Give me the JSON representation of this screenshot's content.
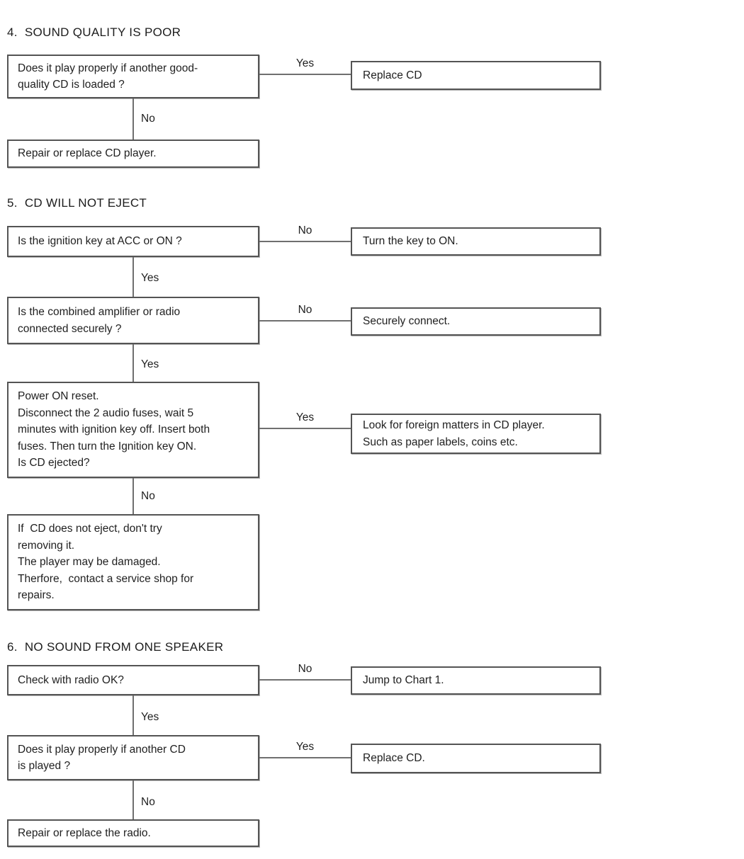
{
  "page": {
    "background": "#ffffff",
    "box_border_color": "#545454",
    "connector_color": "#6f6f6f",
    "text_color": "#1f1f1f"
  },
  "sections": [
    {
      "title": "4.  SOUND QUALITY IS POOR",
      "steps": [
        {
          "question": "Does it play properly if another good-\nquality CD is loaded ?",
          "branch_label": "Yes",
          "branch_result": "Replace CD",
          "down_label": "No"
        }
      ],
      "final": "Repair or replace CD player."
    },
    {
      "title": "5.  CD WILL NOT EJECT",
      "steps": [
        {
          "question": "Is the ignition key at ACC or ON ?",
          "branch_label": "No",
          "branch_result": "Turn the key to ON.",
          "down_label": "Yes"
        },
        {
          "question": "Is the combined amplifier or radio\nconnected securely ?",
          "branch_label": "No",
          "branch_result": "Securely connect.",
          "down_label": "Yes"
        },
        {
          "question": "Power ON reset.\nDisconnect the 2 audio fuses, wait 5\nminutes with ignition key off. Insert both\nfuses. Then turn the Ignition key ON.\nIs CD ejected?",
          "branch_label": "Yes",
          "branch_result": "Look for foreign matters in CD player.\nSuch as paper labels, coins etc.",
          "down_label": "No"
        }
      ],
      "final": "If  CD does not eject, don't try\nremoving it.\nThe player may be damaged.\nTherfore,  contact a service shop for\nrepairs."
    },
    {
      "title": "6.  NO SOUND FROM ONE SPEAKER",
      "steps": [
        {
          "question": "Check with radio OK?",
          "branch_label": "No",
          "branch_result": "Jump to Chart 1.",
          "down_label": "Yes"
        },
        {
          "question": "Does it play properly if another CD\nis played ?",
          "branch_label": "Yes",
          "branch_result": "Replace CD.",
          "down_label": "No"
        }
      ],
      "final": "Repair or replace the radio."
    }
  ]
}
